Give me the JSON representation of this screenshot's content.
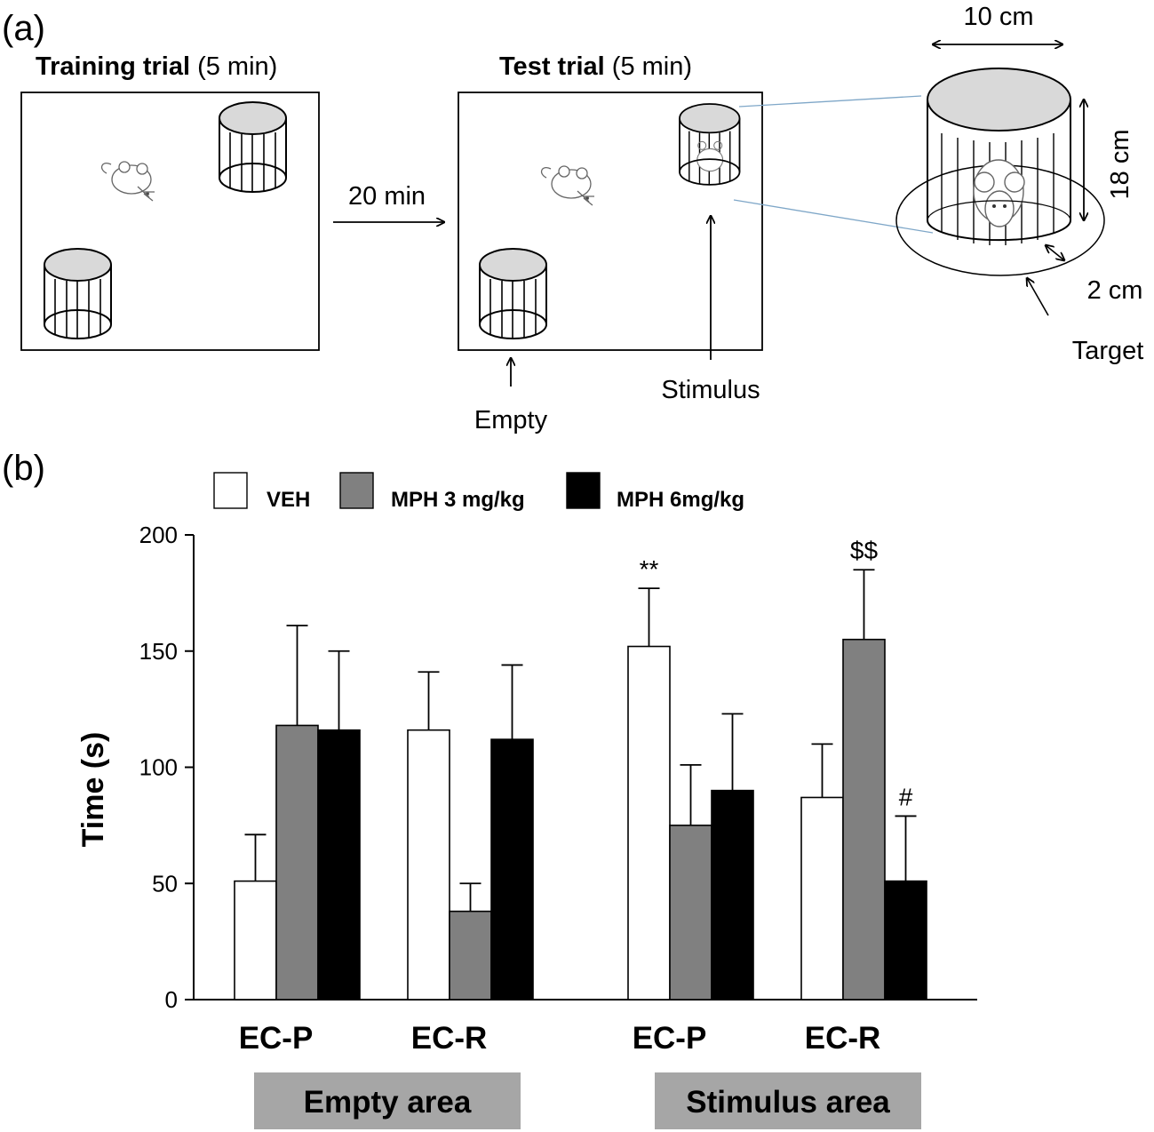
{
  "panel_a": {
    "label": "(a)",
    "training_title_bold": "Training trial",
    "training_title_rest": "(5 min)",
    "test_title_bold": "Test trial",
    "test_title_rest": "(5 min)",
    "delay": "20 min",
    "empty_label": "Empty",
    "stimulus_label": "Stimulus",
    "dim_width": "10 cm",
    "dim_height": "18 cm",
    "dim_ring": "2 cm",
    "target_label": "Target"
  },
  "panel_b": {
    "label": "(b)"
  },
  "chart_data": {
    "type": "bar",
    "ylabel": "Time (s)",
    "ylim": [
      0,
      200
    ],
    "yticks": [
      0,
      50,
      100,
      150,
      200
    ],
    "categories": [
      "EC-P",
      "EC-R",
      "EC-P",
      "EC-R"
    ],
    "groups": [
      "Empty area",
      "Stimulus area"
    ],
    "series": [
      {
        "name": "VEH",
        "color": "#ffffff",
        "values": [
          51,
          116,
          152,
          87
        ],
        "errors": [
          20,
          25,
          25,
          23
        ]
      },
      {
        "name": "MPH 3 mg/kg",
        "color": "#808080",
        "values": [
          118,
          38,
          75,
          155
        ],
        "errors": [
          43,
          12,
          26,
          30
        ]
      },
      {
        "name": "MPH 6mg/kg",
        "color": "#000000",
        "values": [
          116,
          112,
          90,
          51
        ],
        "errors": [
          34,
          32,
          33,
          28
        ]
      }
    ],
    "annotations": [
      {
        "text": "**",
        "category_index": 2,
        "series_index": 0
      },
      {
        "text": "$$",
        "category_index": 3,
        "series_index": 1
      },
      {
        "text": "#",
        "category_index": 3,
        "series_index": 2
      }
    ],
    "legend_position": "top"
  }
}
